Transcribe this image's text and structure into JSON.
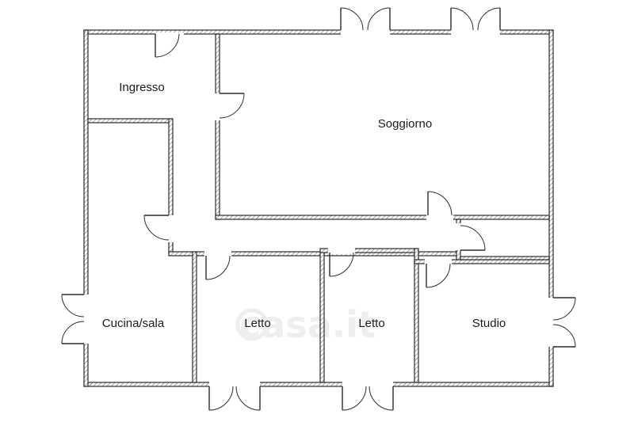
{
  "rooms": {
    "ingresso": "Ingresso",
    "soggiorno": "Soggiorno",
    "cucina": "Cucina/sala",
    "letto1": "Letto",
    "letto2": "Letto",
    "studio": "Studio"
  },
  "watermark": "casa.it"
}
